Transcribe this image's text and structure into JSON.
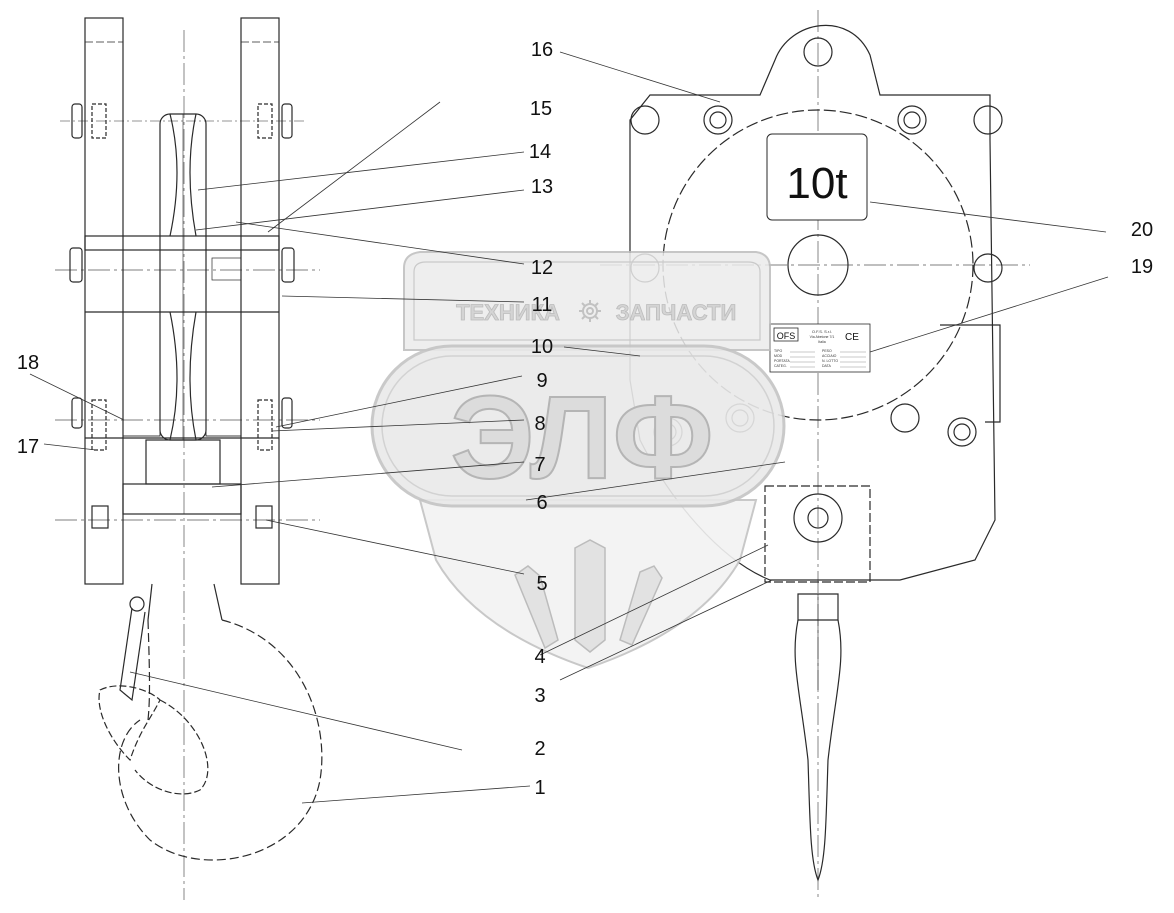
{
  "callouts": [
    "1",
    "2",
    "3",
    "4",
    "5",
    "6",
    "7",
    "8",
    "9",
    "10",
    "11",
    "12",
    "13",
    "14",
    "15",
    "16",
    "17",
    "18",
    "19",
    "20"
  ],
  "load_label": "10t",
  "plate": {
    "brand": "OFS",
    "ce_mark": "CE",
    "line1": "O.F.S. S.r.l.",
    "line2": "Via Abetone 7/1",
    "line3": "Italia",
    "left_fields": [
      "TIPO",
      "MOD",
      "PORTATA",
      "CATEG."
    ],
    "right_fields": [
      "PESO",
      "ACCIAIO",
      "N. LOTTO",
      "DATA"
    ]
  },
  "watermark": {
    "word_left": "ТЕХНИКА",
    "word_right": "ЗАПЧАСТИ",
    "logo_letters": "ЭЛФ",
    "gear_icon": "gear-icon",
    "wheat_icon": "wheat-icon"
  },
  "colors": {
    "line": "#2a2a2a",
    "thin": "#555555",
    "wm_fill": "#dcdcdc",
    "wm_stroke": "#b8b8b8",
    "wm_text": "#cfcfcf"
  }
}
